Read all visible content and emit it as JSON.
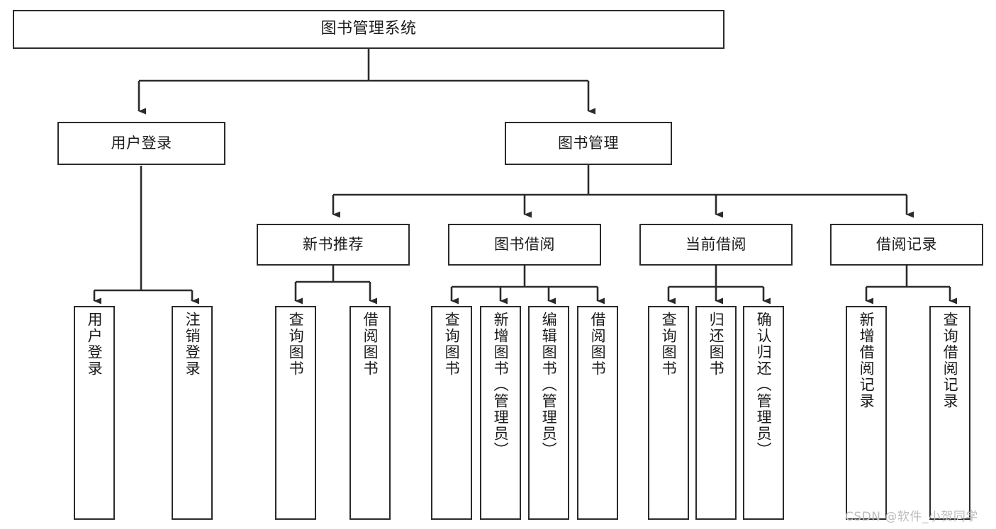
{
  "diagram": {
    "title": "图书管理系统",
    "type": "tree-hierarchy-chart",
    "watermark": "CSDN @软件_小贺同学",
    "colors": {
      "box_border": "#2b2b2b",
      "box_fill": "#ffffff",
      "connector": "#2b2b2b",
      "text": "#1b1b1b",
      "watermark": "#bdbdbd"
    }
  },
  "nodes": {
    "root": {
      "label": "图书管理系统"
    },
    "level2": [
      {
        "id": "user-login",
        "label": "用户登录"
      },
      {
        "id": "book-manage",
        "label": "图书管理"
      }
    ],
    "level3": [
      {
        "id": "new-book-recommend",
        "label": "新书推荐"
      },
      {
        "id": "book-borrow",
        "label": "图书借阅"
      },
      {
        "id": "current-borrow",
        "label": "当前借阅"
      },
      {
        "id": "borrow-record",
        "label": "借阅记录"
      }
    ],
    "leaves": {
      "user-login": [
        {
          "id": "leaf-user-login",
          "label": "用户登录"
        },
        {
          "id": "leaf-logout-login",
          "label": "注销登录"
        }
      ],
      "new-book-recommend": [
        {
          "id": "leaf-query-book-1",
          "label": "查询图书"
        },
        {
          "id": "leaf-borrow-book-1",
          "label": "借阅图书"
        }
      ],
      "book-borrow": [
        {
          "id": "leaf-query-book-2",
          "label": "查询图书"
        },
        {
          "id": "leaf-add-book",
          "label": "新增图书（管理员）"
        },
        {
          "id": "leaf-edit-book",
          "label": "编辑图书（管理员）"
        },
        {
          "id": "leaf-borrow-book-2",
          "label": "借阅图书"
        }
      ],
      "current-borrow": [
        {
          "id": "leaf-query-book-3",
          "label": "查询图书"
        },
        {
          "id": "leaf-return-book",
          "label": "归还图书"
        },
        {
          "id": "leaf-confirm-return",
          "label": "确认归还（管理员）"
        }
      ],
      "borrow-record": [
        {
          "id": "leaf-add-record",
          "label": "新增借阅记录"
        },
        {
          "id": "leaf-query-record",
          "label": "查询借阅记录"
        }
      ]
    }
  }
}
